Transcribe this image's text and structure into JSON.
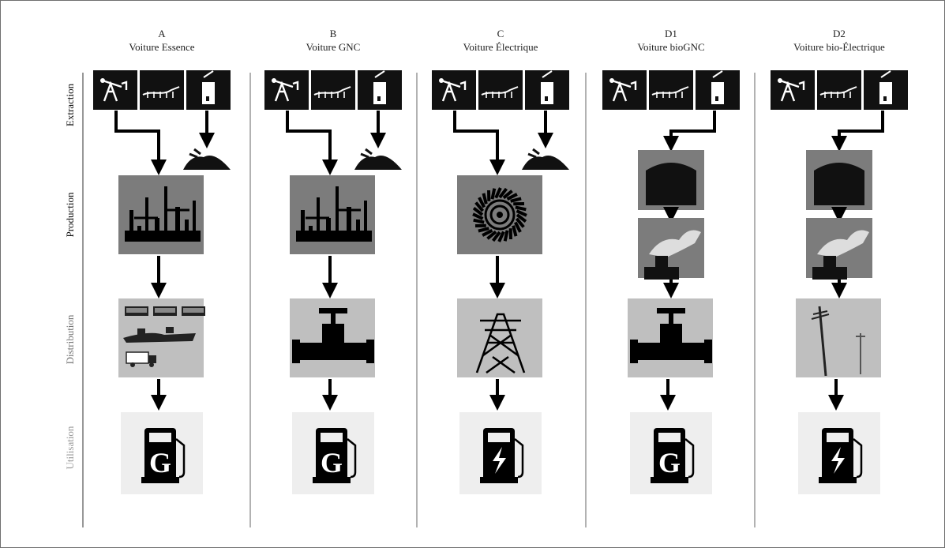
{
  "colors": {
    "border": "#6f6f6f",
    "box_dark": "#111111",
    "production_bg": "#7c7c7c",
    "distribution_bg": "#bfbfbf",
    "utilisation_bg": "#eeeeee",
    "label_fade": "#9a9a9a"
  },
  "rows": [
    {
      "label": "Extraction"
    },
    {
      "label": "Production"
    },
    {
      "label": "Distribution"
    },
    {
      "label": "Utilisation"
    }
  ],
  "columns": [
    {
      "code": "A",
      "title": "Voiture Essence",
      "extraction_icons": [
        "oil-pump-icon",
        "pipeline-icon",
        "mine-icon"
      ],
      "secondary_output": "ore-pile-icon",
      "production": [
        "refinery-icon"
      ],
      "distribution": "transport-fleet-icon",
      "utilisation": "gas-pump-g-icon"
    },
    {
      "code": "B",
      "title": "Voiture GNC",
      "extraction_icons": [
        "oil-pump-icon",
        "pipeline-icon",
        "mine-icon"
      ],
      "secondary_output": "ore-pile-icon",
      "production": [
        "refinery-icon"
      ],
      "distribution": "valve-pipeline-icon",
      "utilisation": "gas-pump-g-icon"
    },
    {
      "code": "C",
      "title": "Voiture Électrique",
      "extraction_icons": [
        "oil-pump-icon",
        "pipeline-icon",
        "mine-icon"
      ],
      "secondary_output": "ore-pile-icon",
      "production": [
        "turbine-icon"
      ],
      "distribution": "power-pylon-icon",
      "utilisation": "ev-charger-icon"
    },
    {
      "code": "D1",
      "title": "Voiture bioGNC",
      "extraction_icons": [
        "oil-pump-icon",
        "pipeline-icon",
        "mine-icon"
      ],
      "secondary_output": null,
      "production": [
        "biogas-tank-icon",
        "smoke-stack-icon"
      ],
      "distribution": "valve-pipeline-icon",
      "utilisation": "gas-pump-g-icon"
    },
    {
      "code": "D2",
      "title": "Voiture bio-Électrique",
      "extraction_icons": [
        "oil-pump-icon",
        "pipeline-icon",
        "mine-icon"
      ],
      "secondary_output": null,
      "production": [
        "biogas-tank-icon",
        "smoke-stack-icon"
      ],
      "distribution": "power-poles-icon",
      "utilisation": "ev-charger-icon"
    }
  ]
}
